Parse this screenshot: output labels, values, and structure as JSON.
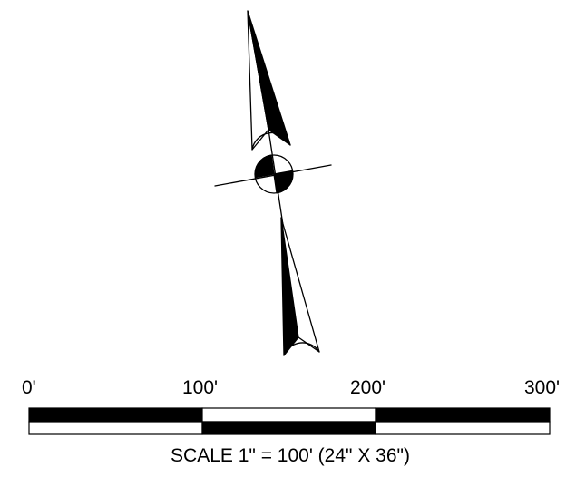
{
  "north_arrow": {
    "stroke_color": "#000000",
    "fill_color": "#000000",
    "background": "#ffffff"
  },
  "scale_bar": {
    "tick_labels": [
      "0'",
      "100'",
      "200'",
      "300'"
    ],
    "caption": "SCALE 1\" = 100' (24\" X 36\")",
    "dark_color": "#000000",
    "light_color": "#ffffff"
  }
}
